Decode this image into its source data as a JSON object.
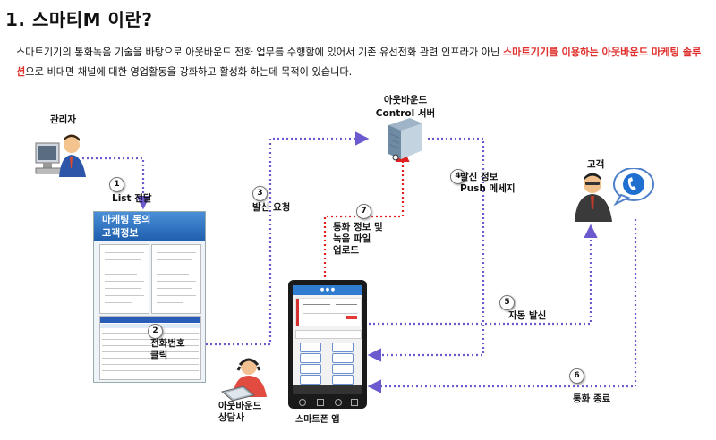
{
  "title": "1. 스마티M 이란?",
  "description": {
    "part1": "스마트기기의 통화녹음 기술을 바탕으로 아웃바운드 전화 업무를 수행함에 있어서 기존 유선전화 관련 인프라가 아닌 ",
    "highlight": "스마트기기를 이용하는 아웃바운드 마케팅 솔루션",
    "part2": "으로 비대면 채널에 대한 영업활동을 강화하고 활성화 하는데 목적이 있습니다."
  },
  "nodes": {
    "admin": "관리자",
    "server_line1": "아웃바운드",
    "server_line2": "Control 서버",
    "customer": "고객",
    "docs_head_line1": "마케팅 동의",
    "docs_head_line2": "고객정보",
    "agent_line1": "아웃바운드",
    "agent_line2": "상담사",
    "phone": "스마트폰 앱"
  },
  "steps": [
    {
      "num": "1",
      "label": "List 전달"
    },
    {
      "num": "2",
      "label_line1": "전화번호",
      "label_line2": "클릭"
    },
    {
      "num": "3",
      "label": "발신 요청"
    },
    {
      "num": "4",
      "label_line1": "발신 정보",
      "label_line2": "Push 메세지"
    },
    {
      "num": "5",
      "label": "자동 발신"
    },
    {
      "num": "6",
      "label": "통화 종료"
    },
    {
      "num": "7",
      "label_line1": "통화 정보 및",
      "label_line2": "녹음 파일",
      "label_line3": "업로드"
    }
  ],
  "colors": {
    "arrow": "#6a5acd",
    "upload_arrow": "#e02020",
    "highlight": "#e0302d",
    "panel": "#2f7cd0"
  }
}
